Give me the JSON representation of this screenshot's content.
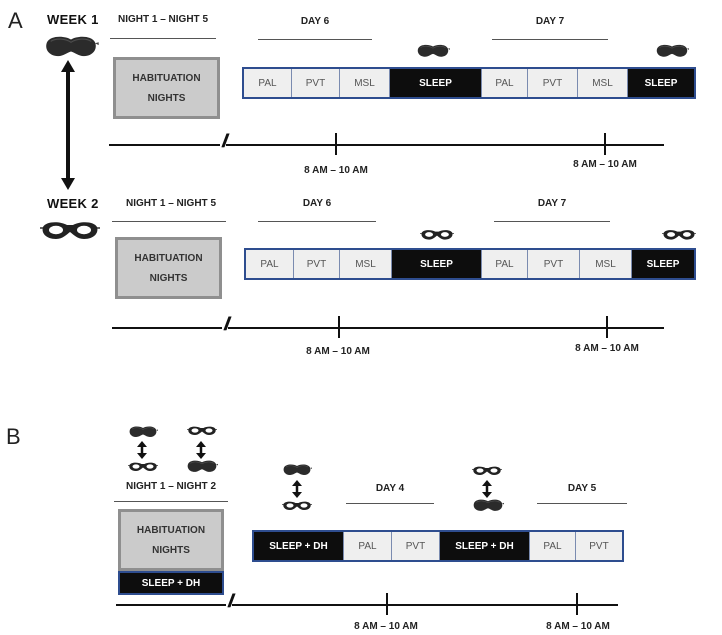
{
  "panel_a": {
    "letter": "A",
    "week1": {
      "label": "WEEK 1",
      "nights_header": "NIGHT 1 – NIGHT 5",
      "day_a": "DAY 6",
      "day_b": "DAY 7",
      "habituation": [
        "HABITUATION",
        "NIGHTS"
      ],
      "cells": [
        "PAL",
        "PVT",
        "MSL",
        "SLEEP",
        "PAL",
        "PVT",
        "MSL",
        "SLEEP"
      ],
      "time_label_1": "8 AM – 10 AM",
      "time_label_2": "8 AM – 10 AM"
    },
    "week2": {
      "label": "WEEK 2",
      "nights_header": "NIGHT 1 – NIGHT 5",
      "day_a": "DAY 6",
      "day_b": "DAY 7",
      "habituation": [
        "HABITUATION",
        "NIGHTS"
      ],
      "cells": [
        "PAL",
        "PVT",
        "MSL",
        "SLEEP",
        "PAL",
        "PVT",
        "MSL",
        "SLEEP"
      ],
      "time_label_1": "8 AM – 10 AM",
      "time_label_2": "8 AM – 10 AM"
    }
  },
  "panel_b": {
    "letter": "B",
    "nights_header": "NIGHT 1 – NIGHT 2",
    "day_a": "DAY 4",
    "day_b": "DAY 5",
    "habituation": [
      "HABITUATION",
      "NIGHTS"
    ],
    "habituation_bar": "SLEEP + DH",
    "cells": [
      "SLEEP + DH",
      "PAL",
      "PVT",
      "SLEEP + DH",
      "PAL",
      "PVT"
    ],
    "time_label_1": "8 AM – 10 AM",
    "time_label_2": "8 AM – 10 AM"
  },
  "icons": {
    "sleep_mask": "sleep-mask-icon",
    "eye_mask": "eye-mask-icon",
    "arrow": "double-arrow-icon"
  },
  "colors": {
    "dark_block": "#0d0d0d",
    "light_block": "#efefef",
    "habituation_fill": "#cbcbcb",
    "sequence_border": "#2e4d8f"
  }
}
